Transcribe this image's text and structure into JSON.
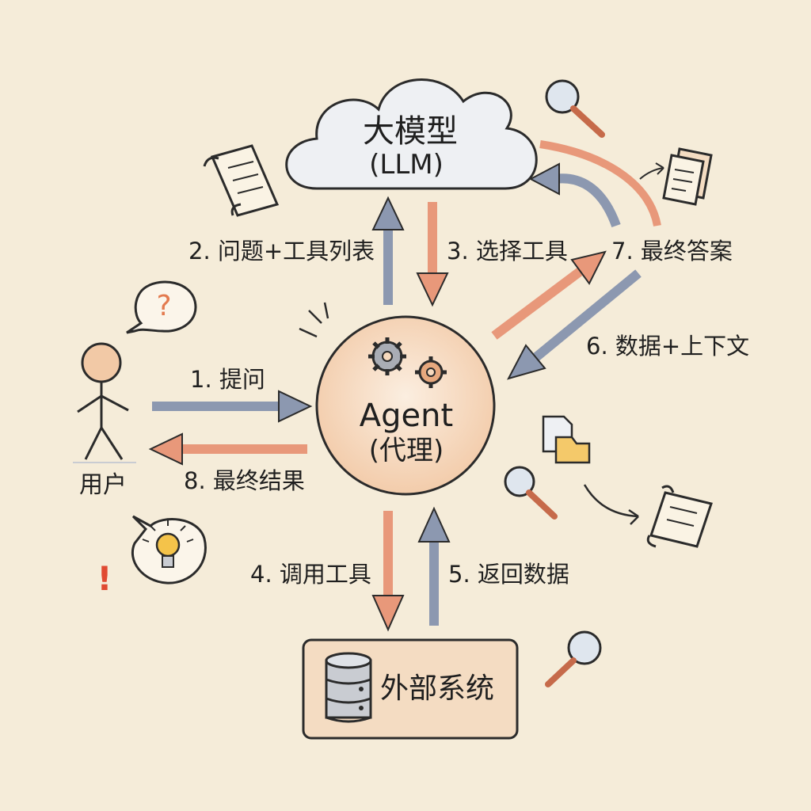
{
  "nodes": {
    "llm": {
      "title": "大模型",
      "subtitle": "(LLM)"
    },
    "agent": {
      "title": "Agent",
      "subtitle": "(代理)"
    },
    "user": {
      "label": "用户"
    },
    "external": {
      "label": "外部系统"
    }
  },
  "steps": {
    "s1": "1. 提问",
    "s2": "2. 问题+工具列表",
    "s3": "3. 选择工具",
    "s4": "4. 调用工具",
    "s5": "5. 返回数据",
    "s6": "6. 数据+上下文",
    "s7": "7. 最终答案",
    "s8": "8. 最终结果"
  },
  "icons": {
    "question": "?",
    "exclamation": "!"
  },
  "colors": {
    "background": "#f5ecd9",
    "ink": "#2b2b2b",
    "orange_arrow": "#e8987a",
    "blue_arrow": "#8c98b0",
    "agent_fill": "#f6d9bd",
    "cloud_fill": "#eef0f3",
    "box_fill": "#f4dcc2"
  }
}
